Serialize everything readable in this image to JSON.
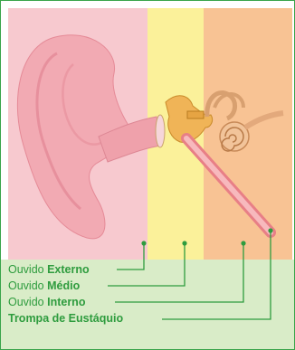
{
  "colors": {
    "outer_band": "#f7c9cf",
    "middle_band": "#fbf19a",
    "inner_band": "#f8c394",
    "legend_bg": "#d9ecc8",
    "accent_green": "#2e9c3e"
  },
  "legend": {
    "items": [
      {
        "prefix": "Ouvido ",
        "emph": "Externo"
      },
      {
        "prefix": "Ouvido ",
        "emph": "Médio"
      },
      {
        "prefix": "Ouvido ",
        "emph": "Interno"
      },
      {
        "prefix": "",
        "emph": "Trompa de Eustáquio"
      }
    ]
  }
}
